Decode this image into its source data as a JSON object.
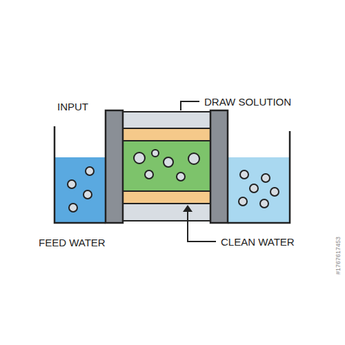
{
  "diagram": {
    "labels": [
      "INPUT",
      "DRAW SOLUTION",
      "FEED WATER",
      "CLEAN WATER",
      "#1767617453"
    ]
  }
}
